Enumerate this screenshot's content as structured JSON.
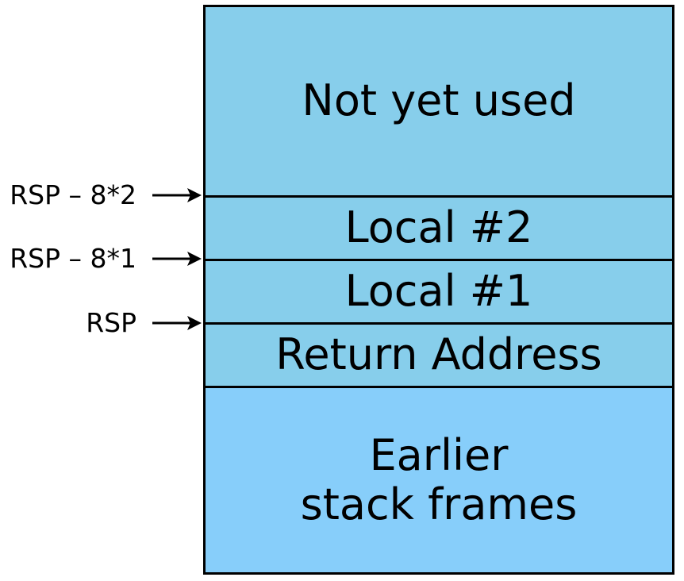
{
  "stack": {
    "cells": [
      {
        "label": "Not yet used",
        "color": "#87ceeb"
      },
      {
        "label": "Local #2",
        "color": "#87ceeb"
      },
      {
        "label": "Local #1",
        "color": "#87ceeb"
      },
      {
        "label": "Return Address",
        "color": "#87ceeb"
      },
      {
        "label": "Earlier\nstack frames",
        "color": "#87cefa"
      }
    ]
  },
  "pointers": [
    {
      "label": "RSP – 8*2"
    },
    {
      "label": "RSP – 8*1"
    },
    {
      "label": "RSP"
    }
  ]
}
